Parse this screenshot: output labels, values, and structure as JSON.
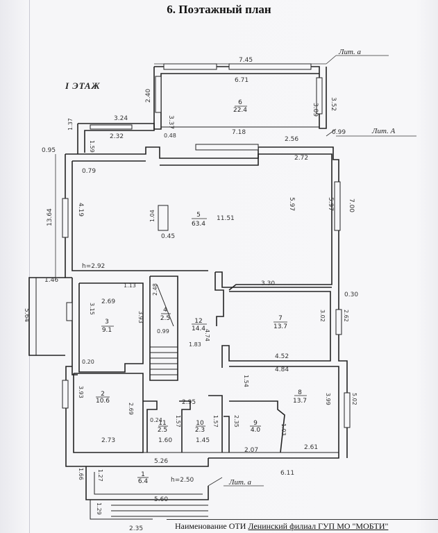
{
  "header": {
    "title": "6. Поэтажный план",
    "floor_label": "I ЭТАЖ"
  },
  "footer": {
    "label": "Наименование ОТИ",
    "organization": "Ленинский филиал ГУП МО \"МОБТИ\""
  },
  "plan": {
    "annotations": {
      "lit_a_lower_top": "Лит. а",
      "lit_A": "Лит. А",
      "lit_a_bottom": "Лит. а"
    },
    "rooms": [
      {
        "number": "6",
        "area": "22.4"
      },
      {
        "number": "5",
        "area": "63.4"
      },
      {
        "number": "3",
        "area": "9.1"
      },
      {
        "number": "4",
        "area": "2.5"
      },
      {
        "number": "12",
        "area": "14.4"
      },
      {
        "number": "7",
        "area": "13.7"
      },
      {
        "number": "2",
        "area": "10.6"
      },
      {
        "number": "11",
        "area": "2.5"
      },
      {
        "number": "10",
        "area": "2.3"
      },
      {
        "number": "9",
        "area": "4.0"
      },
      {
        "number": "8",
        "area": "13.7"
      },
      {
        "number": "1",
        "area": "6.4"
      }
    ],
    "dimensions": {
      "d745": "7.45",
      "d671": "6.71",
      "d240": "2.40",
      "d337": "3.37",
      "d309": "3.09",
      "d352": "3.52",
      "d718": "7.18",
      "d256": "2.56",
      "d099": "0.99",
      "d324": "3.24",
      "d232": "2.32",
      "d048": "0.48",
      "d137": "1.37",
      "d159": "1.59",
      "d095": "0.95",
      "d079": "0.79",
      "d272": "2.72",
      "d1364": "13.64",
      "d419": "4.19",
      "d104": "1.04",
      "d045": "0.45",
      "d1151": "11.51",
      "d597": "5.97",
      "d700": "7.00",
      "h292": "h=2.92",
      "d146": "1.46",
      "d113": "1.13",
      "d269": "2.69",
      "d315": "3.15",
      "d393a": "3.93",
      "d248": "2.48",
      "d330": "3.30",
      "d030": "0.30",
      "d302": "3.02",
      "d262": "2.62",
      "d564": "5.64",
      "d183": "1.83",
      "d099b": "0.99",
      "d474": "4.74",
      "d452": "4.52",
      "d484": "4.84",
      "d020": "0.20",
      "d154": "1.54",
      "d393b": "3.93",
      "d269b": "2.69",
      "d295": "2.95",
      "d399": "3.99",
      "d502": "5.02",
      "d273": "2.73",
      "d160": "1.60",
      "d145": "1.45",
      "d207": "2.07",
      "d261": "2.61",
      "d024": "0.24",
      "d157": "1.57",
      "d157b": "1.57",
      "d235": "2.35",
      "d103": "1.03",
      "d526": "5.26",
      "d611": "6.11",
      "d166": "1.66",
      "d127": "1.27",
      "h250": "h=2.50",
      "d560": "5.60",
      "d129": "1.29",
      "d235b": "2.35"
    }
  }
}
